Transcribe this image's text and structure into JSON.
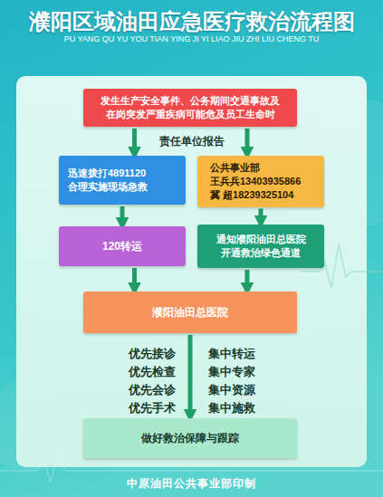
{
  "diagram": {
    "title": "濮阳区域油田应急医疗救治流程图",
    "caption": "中原油田公共事业部印制",
    "nodes": [
      {
        "text": [
          "发生生产安全事件、公务期间交通事故及 在岗突发严重疾病可能危及员工生命时"
        ]
      },
      {
        "text": [
          "迅速拨打4891120 合理实施现场急救"
        ]
      },
      {
        "text": [
          "公共事业部 王兵兵13403935866 冀 超18239325104"
        ]
      },
      {
        "text": [
          "120转运"
        ]
      },
      {
        "text": [
          "通知濮阳油田总医院 开通救治绿色通道"
        ]
      },
      {
        "text": [
          "濮阳油田总医院"
        ]
      },
      {
        "text": [
          "做好救治保障与跟踪"
        ]
      }
    ],
    "edges": [
      {
        "from": 0,
        "to": 1,
        "arrow": "to"
      },
      {
        "from": 0,
        "to": 2,
        "arrow": "to"
      },
      {
        "from": 1,
        "to": 3,
        "arrow": "to"
      },
      {
        "from": 2,
        "to": 4,
        "arrow": "to"
      },
      {
        "from": 3,
        "to": 5,
        "arrow": "to"
      },
      {
        "from": 4,
        "to": 5,
        "arrow": "to"
      },
      {
        "from": 5,
        "to": 6,
        "arrow": "to"
      }
    ],
    "labels": [
      "PU YANG QU YU YOU TIAN YING JI YI LIAO JIU ZHI LIU CHENG TU",
      "责任单位报告",
      "优先接诊",
      "集中转运",
      "优先检查",
      "集中专家",
      "优先会诊",
      "集中资源",
      "优先手术",
      "集中施救"
    ]
  }
}
